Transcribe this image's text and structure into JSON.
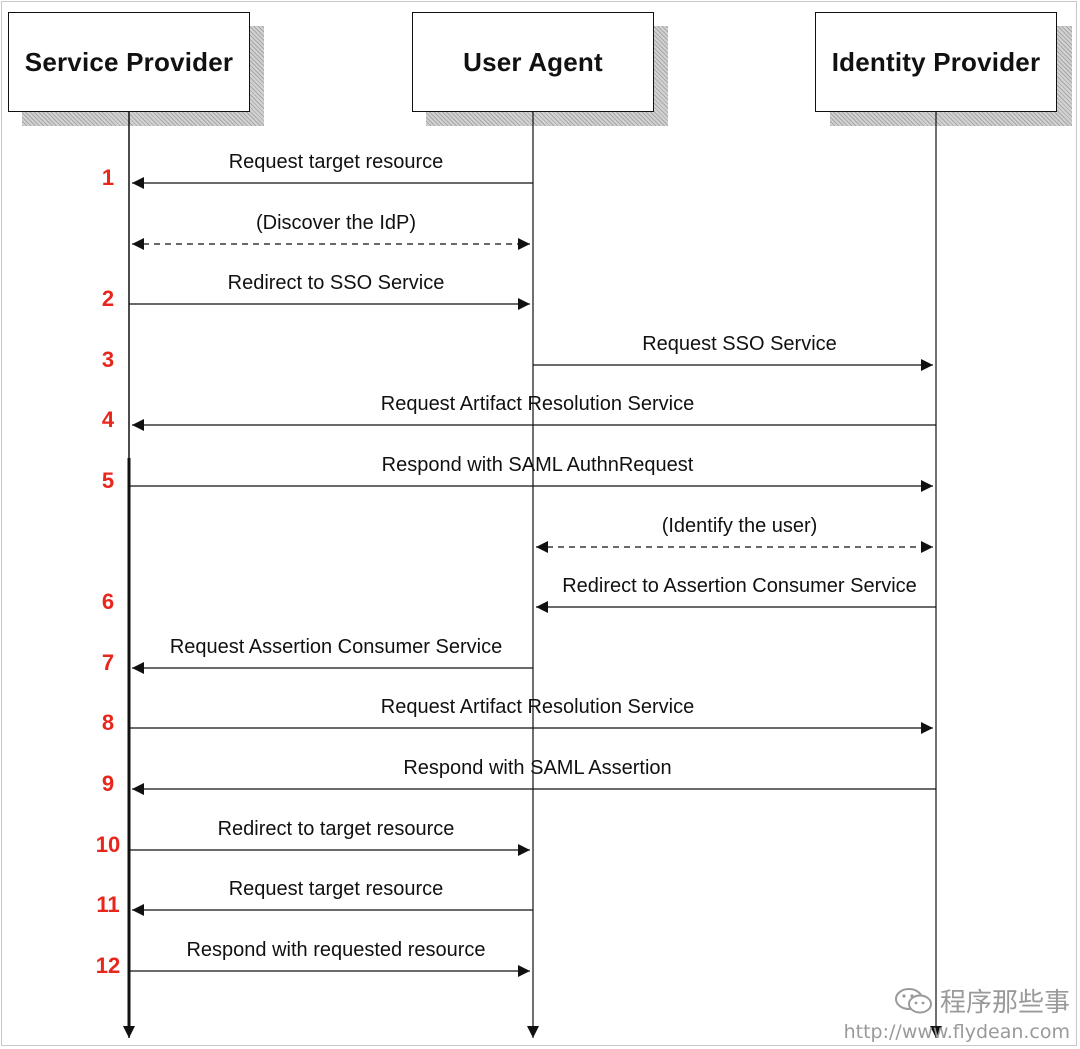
{
  "actors": [
    {
      "id": "sp",
      "name": "Service Provider"
    },
    {
      "id": "ua",
      "name": "User Agent"
    },
    {
      "id": "idp",
      "name": "Identity Provider"
    }
  ],
  "messages": [
    {
      "step": "1",
      "label": "Request target resource",
      "from": "ua",
      "to": "sp",
      "dashed": false,
      "bidirectional": false
    },
    {
      "step": "",
      "label": "(Discover the IdP)",
      "from": "sp",
      "to": "ua",
      "dashed": true,
      "bidirectional": true
    },
    {
      "step": "2",
      "label": "Redirect to SSO Service",
      "from": "sp",
      "to": "ua",
      "dashed": false,
      "bidirectional": false
    },
    {
      "step": "3",
      "label": "Request SSO Service",
      "from": "ua",
      "to": "idp",
      "dashed": false,
      "bidirectional": false
    },
    {
      "step": "4",
      "label": "Request Artifact Resolution Service",
      "from": "idp",
      "to": "sp",
      "dashed": false,
      "bidirectional": false
    },
    {
      "step": "5",
      "label": "Respond with SAML AuthnRequest",
      "from": "sp",
      "to": "idp",
      "dashed": false,
      "bidirectional": false
    },
    {
      "step": "",
      "label": "(Identify the user)",
      "from": "ua",
      "to": "idp",
      "dashed": true,
      "bidirectional": true
    },
    {
      "step": "6",
      "label": "Redirect to Assertion Consumer Service",
      "from": "idp",
      "to": "ua",
      "dashed": false,
      "bidirectional": false
    },
    {
      "step": "7",
      "label": "Request Assertion Consumer Service",
      "from": "ua",
      "to": "sp",
      "dashed": false,
      "bidirectional": false
    },
    {
      "step": "8",
      "label": "Request Artifact Resolution Service",
      "from": "sp",
      "to": "idp",
      "dashed": false,
      "bidirectional": false
    },
    {
      "step": "9",
      "label": "Respond with SAML Assertion",
      "from": "idp",
      "to": "sp",
      "dashed": false,
      "bidirectional": false
    },
    {
      "step": "10",
      "label": "Redirect to target resource",
      "from": "sp",
      "to": "ua",
      "dashed": false,
      "bidirectional": false
    },
    {
      "step": "11",
      "label": "Request target resource",
      "from": "ua",
      "to": "sp",
      "dashed": false,
      "bidirectional": false
    },
    {
      "step": "12",
      "label": "Respond with requested resource",
      "from": "sp",
      "to": "ua",
      "dashed": false,
      "bidirectional": false
    }
  ],
  "colors": {
    "step_number": "#e8261c",
    "line": "#111111",
    "watermark": "#9a9a9a"
  },
  "watermark": {
    "icon": "wechat-icon",
    "title": "程序那些事",
    "url": "http://www.flydean.com"
  }
}
